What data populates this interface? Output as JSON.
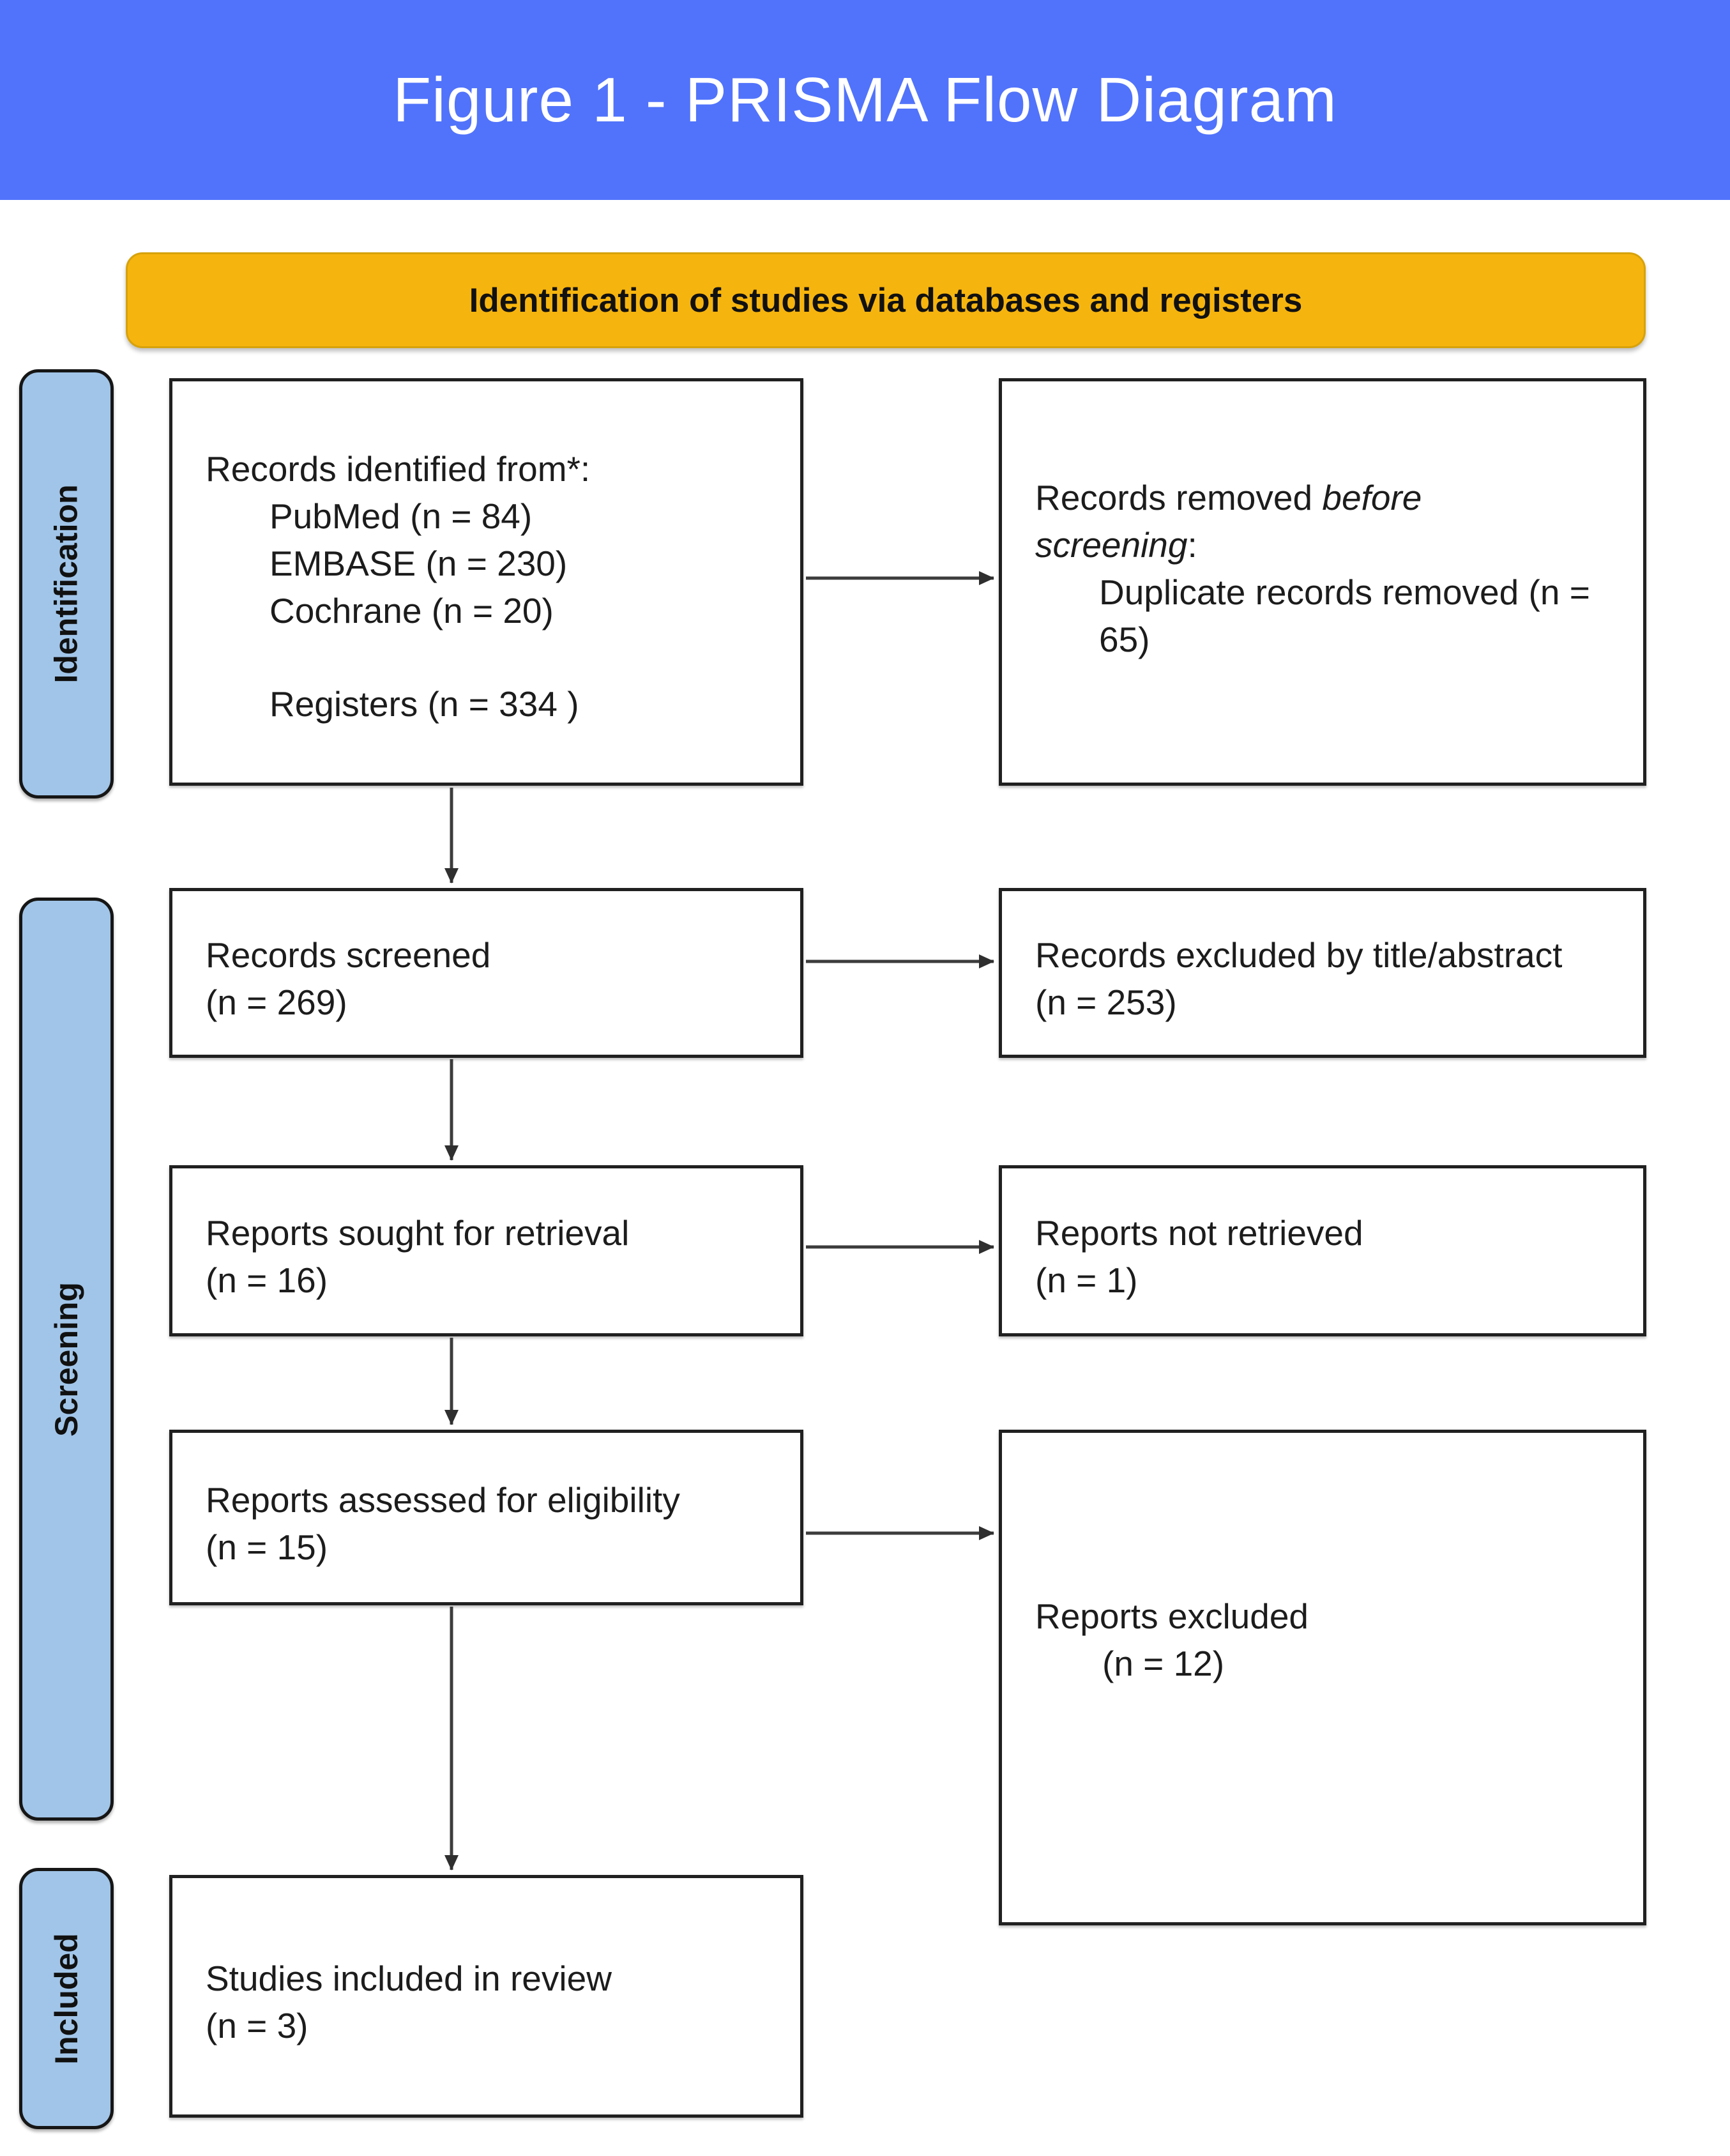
{
  "header": {
    "title": "Figure 1 - PRISMA Flow Diagram"
  },
  "banner": {
    "label": "Identification of studies via databases and registers"
  },
  "sidebar": [
    {
      "label": "Identification"
    },
    {
      "label": "Screening"
    },
    {
      "label": "Included"
    }
  ],
  "boxes": {
    "records_identified": {
      "title": "Records identified from*:",
      "items": [
        "PubMed (n = 84)",
        "EMBASE (n = 230)",
        "Cochrane (n = 20)",
        "Registers (n = 334 )"
      ]
    },
    "records_removed": {
      "line1_normal": "Records removed ",
      "line1_italic": "before",
      "line2_italic": "screening",
      "line2_suffix": ":",
      "detail": "Duplicate records removed  (n = 65)"
    },
    "records_screened": {
      "line1": "Records screened",
      "line2": "(n = 269)"
    },
    "records_excluded": {
      "line1": "Records excluded by title/abstract",
      "line2": "(n = 253)"
    },
    "reports_sought": {
      "line1": "Reports sought for retrieval",
      "line2": "(n = 16)"
    },
    "reports_not_retrieved": {
      "line1": "Reports not retrieved",
      "line2": "(n = 1)"
    },
    "reports_assessed": {
      "line1": "Reports assessed for eligibility",
      "line2": "(n = 15)"
    },
    "reports_excluded": {
      "line1": "Reports excluded",
      "line2": "(n = 12)"
    },
    "studies_included": {
      "line1": "Studies included in review",
      "line2": "(n = 3)"
    }
  },
  "colors": {
    "header_bg": "#5173FB",
    "banner_bg": "#F6B40E",
    "stage_bg": "#A1C5E8",
    "box_border": "#202020",
    "arrow": "#3C3C3C"
  }
}
